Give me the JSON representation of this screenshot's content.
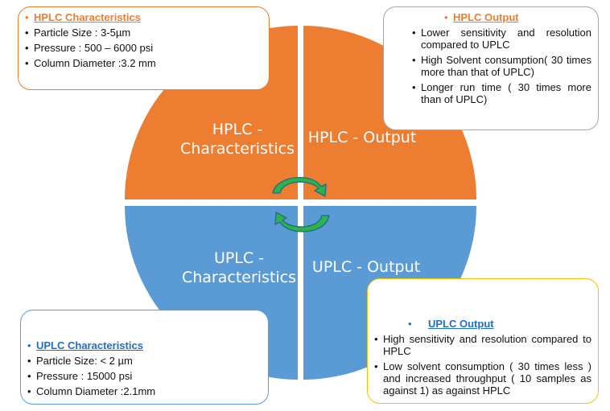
{
  "quadrants": {
    "hplc_characteristics": {
      "line1": "HPLC -",
      "line2": "Characteristics",
      "color": "#ed7d31"
    },
    "hplc_output": {
      "line1": "HPLC - Output",
      "color": "#ed7d31"
    },
    "uplc_characteristics": {
      "line1": "UPLC -",
      "line2": "Characteristics",
      "color": "#5b9bd5"
    },
    "uplc_output": {
      "line1": "UPLC - Output",
      "color": "#5b9bd5"
    }
  },
  "arrow_color": "#2db34a",
  "boxes": {
    "hplc_char": {
      "heading": "HPLC Characteristics",
      "items": [
        "Particle Size : 3-5µm",
        "Pressure : 500 – 6000 psi",
        "Column Diameter :3.2 mm"
      ]
    },
    "hplc_out": {
      "heading": "HPLC Output",
      "items": [
        "Lower sensitivity and resolution compared to UPLC",
        "High Solvent consumption( 30 times more than that of UPLC)",
        "Longer run time ( 30 times more than of UPLC)"
      ]
    },
    "uplc_char": {
      "heading": "UPLC Characteristics",
      "items": [
        "Particle Size: < 2 µm",
        "Pressure : 15000 psi",
        "Column Diameter :2.1mm"
      ]
    },
    "uplc_out": {
      "heading": "UPLC Output",
      "items": [
        "High sensitivity and resolution compared to HPLC",
        "Low solvent consumption ( 30 times less ) and increased throughput ( 10 samples as against 1) as against HPLC"
      ]
    }
  }
}
